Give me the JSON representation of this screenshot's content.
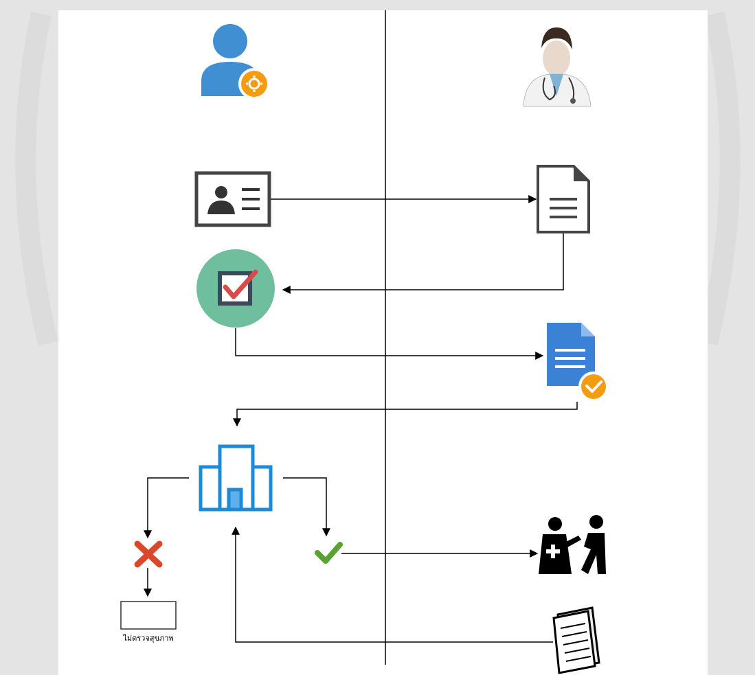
{
  "diagram": {
    "nodes": [
      {
        "id": "admin",
        "icon": "admin-user-gear-icon"
      },
      {
        "id": "doctor",
        "icon": "doctor-icon"
      },
      {
        "id": "id_card",
        "icon": "id-card-icon"
      },
      {
        "id": "document",
        "icon": "document-icon"
      },
      {
        "id": "checkbox",
        "icon": "approval-checkbox-icon"
      },
      {
        "id": "approved_doc",
        "icon": "approved-document-icon"
      },
      {
        "id": "building",
        "icon": "hospital-building-icon"
      },
      {
        "id": "reject",
        "icon": "red-x-icon"
      },
      {
        "id": "accept",
        "icon": "green-check-icon"
      },
      {
        "id": "examination",
        "icon": "medical-examination-icon"
      },
      {
        "id": "report",
        "icon": "report-paper-icon"
      },
      {
        "id": "no_checkup_box",
        "icon": "empty-box"
      }
    ],
    "labels": {
      "no_checkup": "ไม่ตรวจสุขภาพ"
    },
    "edges": [
      {
        "from": "id_card",
        "to": "document"
      },
      {
        "from": "document",
        "to": "checkbox"
      },
      {
        "from": "checkbox",
        "to": "approved_doc"
      },
      {
        "from": "approved_doc",
        "to": "building"
      },
      {
        "from": "building",
        "to": "reject"
      },
      {
        "from": "building",
        "to": "accept"
      },
      {
        "from": "reject",
        "to": "no_checkup_box"
      },
      {
        "from": "accept",
        "to": "examination"
      },
      {
        "from": "report",
        "to": "building"
      }
    ]
  },
  "colors": {
    "background": "#e4e4e4",
    "panel": "#ffffff",
    "admin_blue": "#3f8fd2",
    "gear_orange": "#f39c12",
    "checkbox_teal": "#6fbf9f",
    "checkbox_dark": "#3b4a5a",
    "check_red": "#d94a4a",
    "doc_blue": "#3b82d6",
    "building_blue": "#1d8ad6",
    "reject_red": "#d9482b",
    "accept_green": "#5aa232",
    "line": "#000000"
  }
}
